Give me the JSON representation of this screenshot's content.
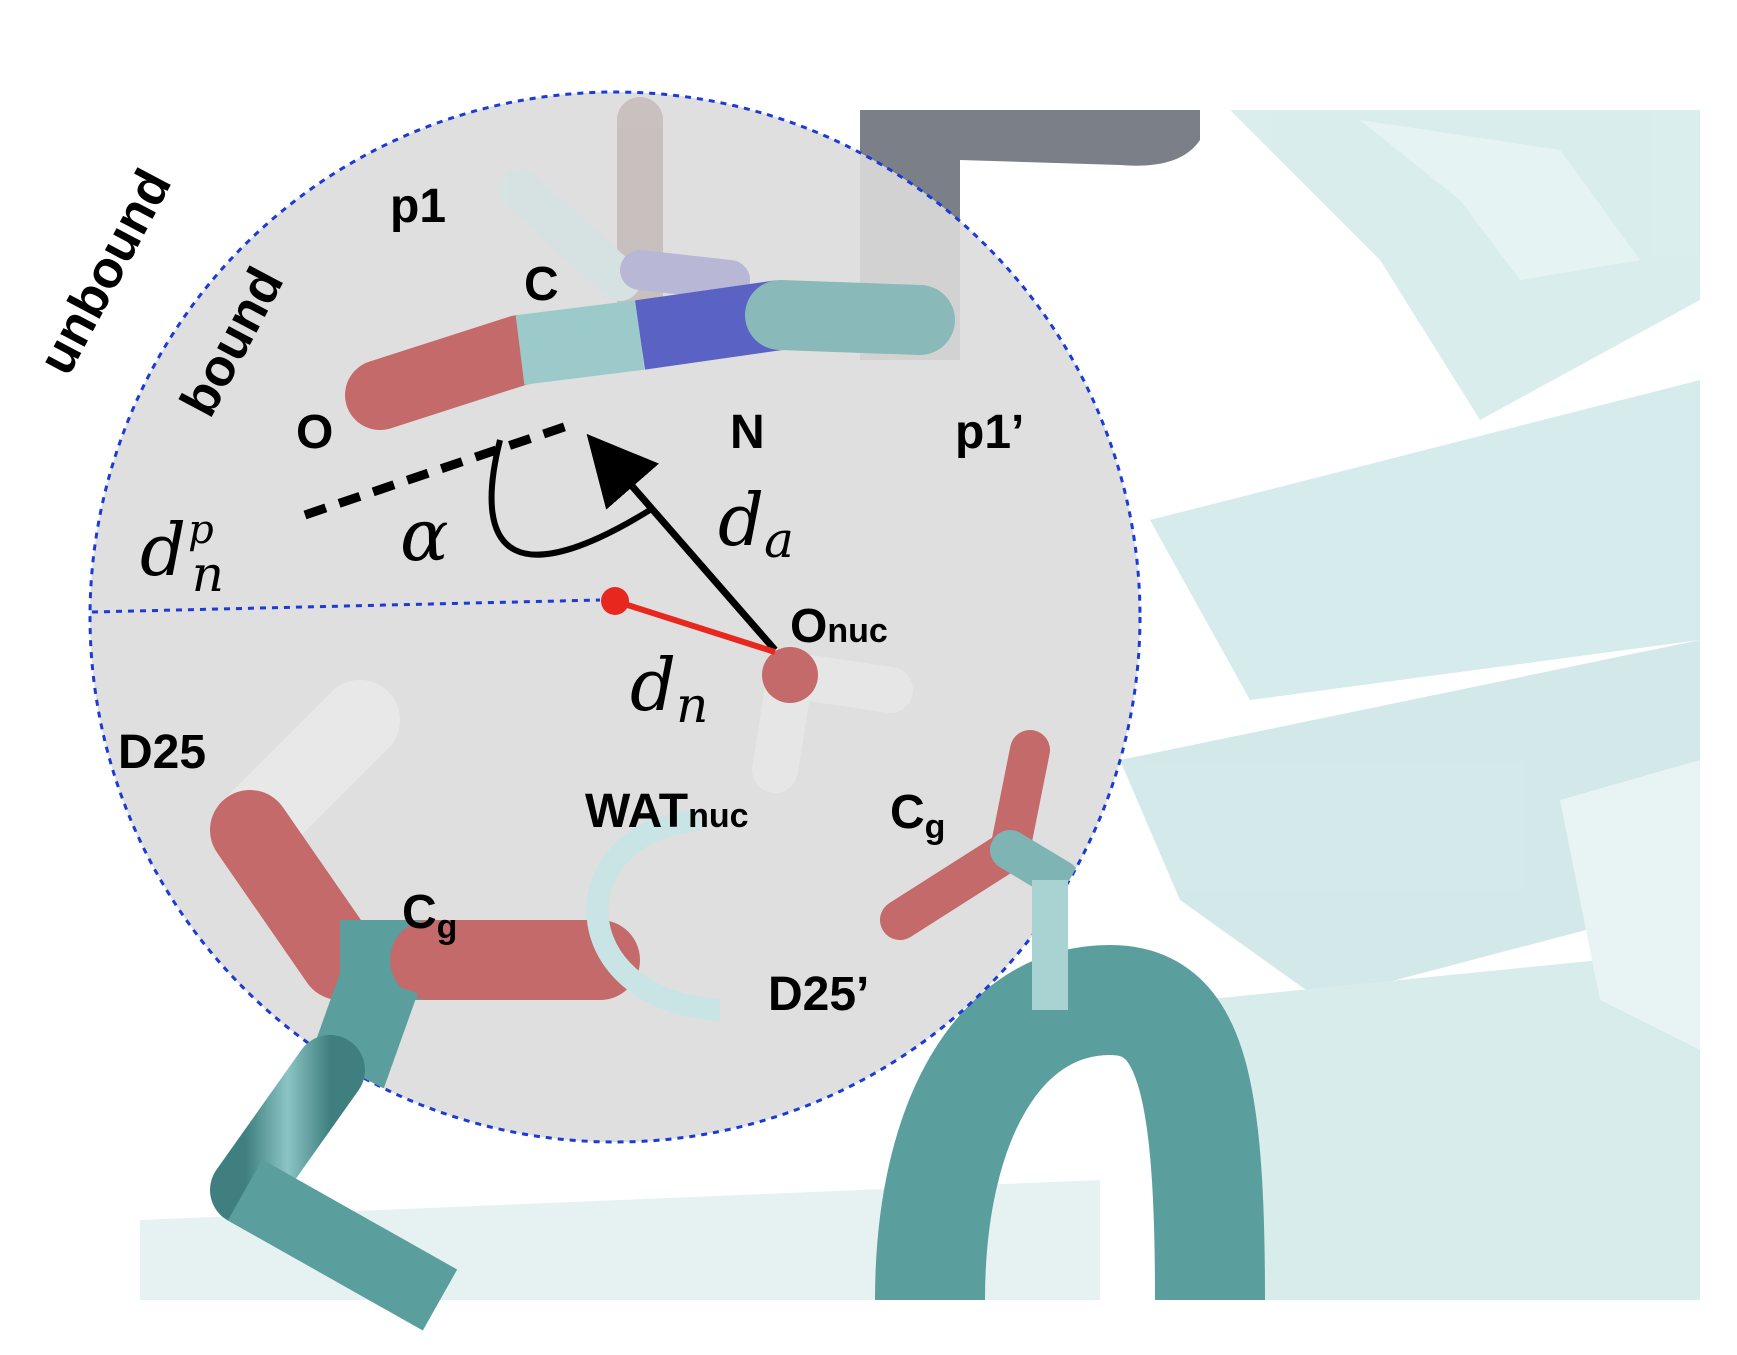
{
  "labels": {
    "unbound": "unbound",
    "bound": "bound",
    "p1": "p1",
    "c": "C",
    "o": "O",
    "n": "N",
    "p1_prime": "p1’",
    "o_nuc_main": "O",
    "o_nuc_sub": "nuc",
    "wat_main": "WAT",
    "wat_sub": "nuc",
    "d25": "D25",
    "d25_prime": "D25’",
    "cg_left_main": "C",
    "cg_left_sub": "g",
    "cg_right_main": "C",
    "cg_right_sub": "g"
  },
  "math": {
    "alpha": "α",
    "d_a_main": "d",
    "d_a_sub": "a",
    "d_n_main": "d",
    "d_n_sub": "n",
    "d_np_main": "d",
    "d_np_sub": "n",
    "d_np_sup": "p"
  },
  "colors": {
    "circle_fill": "#dcdcdc",
    "circle_border": "#1a3bd6",
    "teal": "#5b9e9e",
    "light_teal": "#c9e4e4",
    "oxygen_red": "#c46a6a",
    "nitrogen_blue": "#5a62c4",
    "hydrogen_white": "#f2f2f2",
    "dn_red": "#e8281e",
    "arrow_black": "#000000"
  }
}
